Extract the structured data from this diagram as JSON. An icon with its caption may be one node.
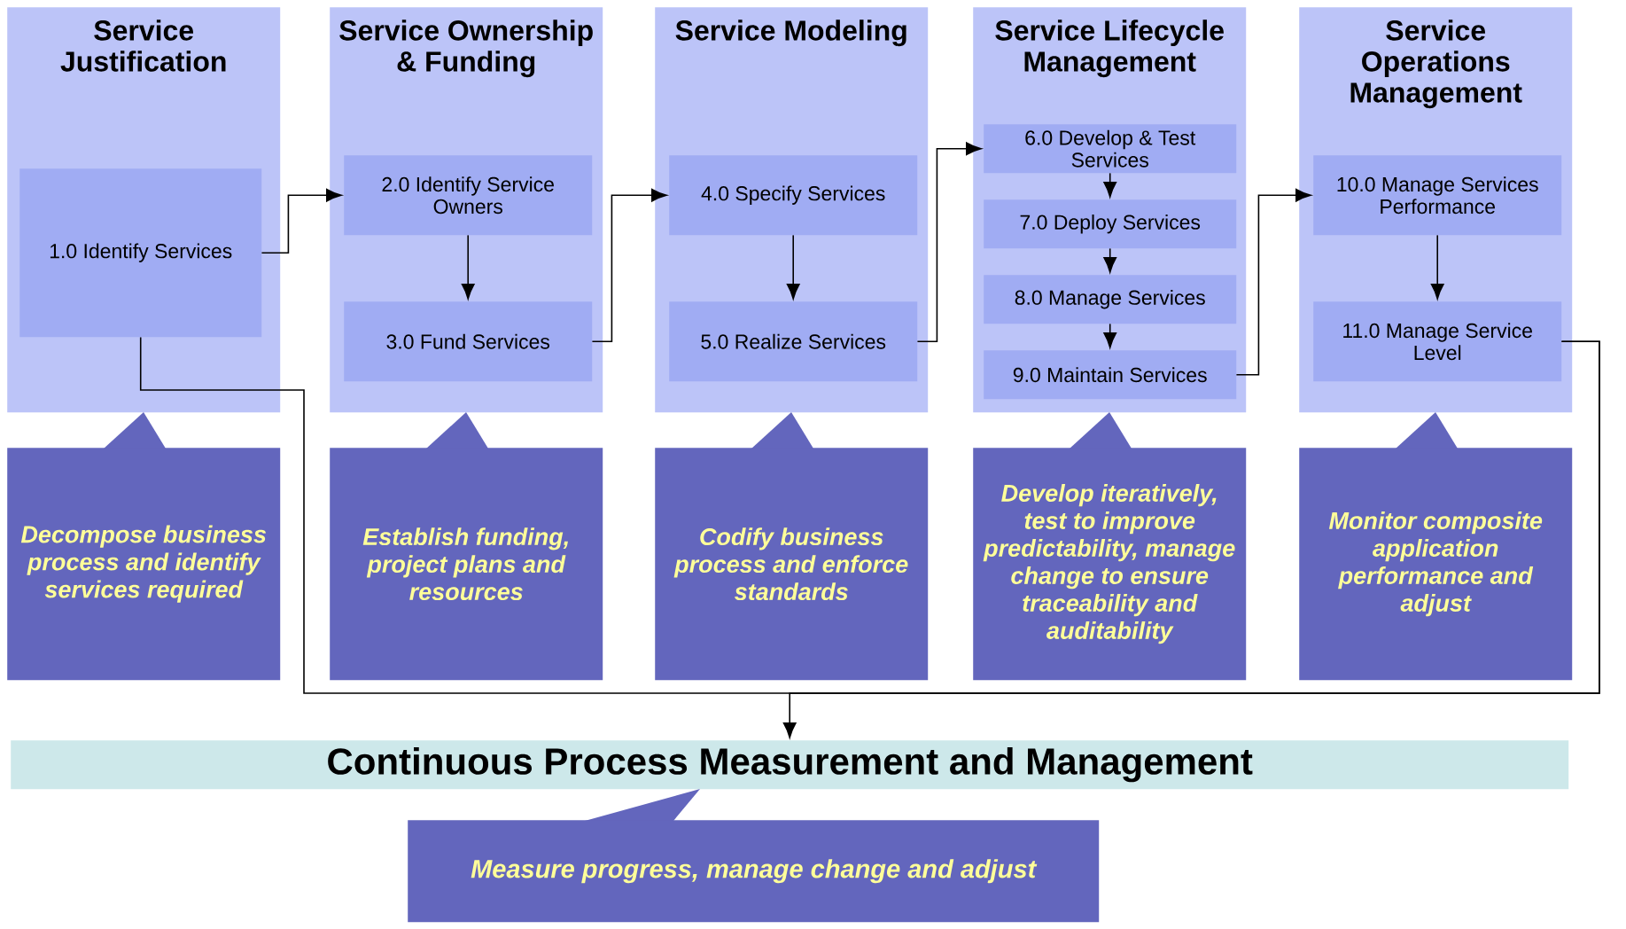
{
  "diagram": {
    "nodes": [
      {
        "text": [
          "Service Justification"
        ]
      },
      {
        "text": [
          "1.0 Identify Services"
        ],
        "in": 0
      },
      {
        "text": [
          "Service Ownership & Funding"
        ]
      },
      {
        "text": [
          "2.0 Identify Service Owners"
        ],
        "in": 2
      },
      {
        "text": [
          "3.0 Fund Services"
        ],
        "in": 2
      },
      {
        "text": [
          "Service Modeling"
        ]
      },
      {
        "text": [
          "4.0 Specify Services"
        ],
        "in": 5
      },
      {
        "text": [
          "5.0 Realize Services"
        ],
        "in": 5
      },
      {
        "text": [
          "Service Lifecycle Management"
        ]
      },
      {
        "text": [
          "6.0 Develop & Test Services"
        ],
        "in": 8
      },
      {
        "text": [
          "7.0 Deploy Services"
        ],
        "in": 8
      },
      {
        "text": [
          "8.0 Manage Services"
        ],
        "in": 8
      },
      {
        "text": [
          "9.0 Maintain Services"
        ],
        "in": 8
      },
      {
        "text": [
          "Service Operations Management"
        ]
      },
      {
        "text": [
          "10.0 Manage Services Performance"
        ],
        "in": 13
      },
      {
        "text": [
          "11.0 Manage Service Level"
        ],
        "in": 13
      },
      {
        "text": [
          "Continuous Process Measurement and Management"
        ]
      },
      {
        "text": [
          "Decompose business process and identify services required"
        ]
      },
      {
        "text": [
          "Establish funding, project plans and resources"
        ]
      },
      {
        "text": [
          "Codify business process and enforce standards"
        ]
      },
      {
        "text": [
          "Develop iteratively, test to improve predictability, manage change to ensure traceability and auditability"
        ]
      },
      {
        "text": [
          "Monitor composite application performance and adjust"
        ]
      },
      {
        "text": [
          "Measure progress, manage change and adjust"
        ]
      }
    ],
    "edges": [
      {
        "from": 1,
        "to": 3,
        "arrow": "to"
      },
      {
        "from": 3,
        "to": 4,
        "arrow": "to"
      },
      {
        "from": 4,
        "to": 6,
        "arrow": "to"
      },
      {
        "from": 6,
        "to": 7,
        "arrow": "to"
      },
      {
        "from": 7,
        "to": 9,
        "arrow": "to"
      },
      {
        "from": 9,
        "to": 10,
        "arrow": "to"
      },
      {
        "from": 10,
        "to": 11,
        "arrow": "to"
      },
      {
        "from": 11,
        "to": 12,
        "arrow": "to"
      },
      {
        "from": 12,
        "to": 14,
        "arrow": "to"
      },
      {
        "from": 14,
        "to": 15,
        "arrow": "to"
      },
      {
        "from": 15,
        "to": 1,
        "arrow": "none"
      },
      {
        "from": 15,
        "to": 16,
        "arrow": "to"
      }
    ]
  }
}
